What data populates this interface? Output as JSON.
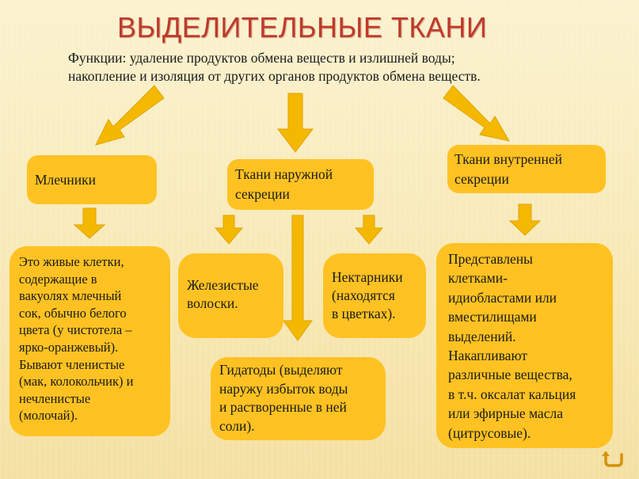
{
  "title": "ВЫДЕЛИТЕЛЬНЫЕ ТКАНИ",
  "functions": {
    "line1": "Функции: удаление продуктов обмена веществ и излишней воды;",
    "line2": "накопление и изоляция  от других органов продуктов обмена веществ."
  },
  "categories": {
    "laticifers": "Млечники",
    "external_secretion": {
      "line1": "Ткани наружной",
      "line2": "секреции"
    },
    "internal_secretion": {
      "line1": "Ткани внутренней",
      "line2": "секреции"
    }
  },
  "laticifers_description": [
    "Это живые клетки,",
    "содержащие в",
    "вакуолях млечный",
    "сок, обычно белого",
    "цвета (у чистотела –",
    "ярко-оранжевый).",
    "Бывают членистые",
    "(мак, колокольчик) и",
    "нечленистые",
    "(молочай)."
  ],
  "glandular_hairs": {
    "line1": "Железистые",
    "line2": "волоски."
  },
  "nectaries": {
    "line1": "Нектарники",
    "line2": "(находятся",
    "line3": "в цветках)."
  },
  "hydathodes": {
    "line1": "Гидатоды (выделяют",
    "line2": "наружу избыток воды",
    "line3": "и растворенные в ней",
    "line4": "соли)."
  },
  "internal_description": [
    "Представлены",
    "клетками-",
    "идиобластами или",
    "вместилищами",
    "выделений.",
    "Накапливают",
    "различные вещества,",
    "в т.ч. оксалат кальция",
    "или эфирные масла",
    "(цитрусовые)."
  ],
  "colors": {
    "box_fill": "#ffc222",
    "arrow_fill": "#f5b800",
    "title_color": "#c0392b"
  },
  "icons": {
    "return_button": "return-arrow-icon"
  }
}
